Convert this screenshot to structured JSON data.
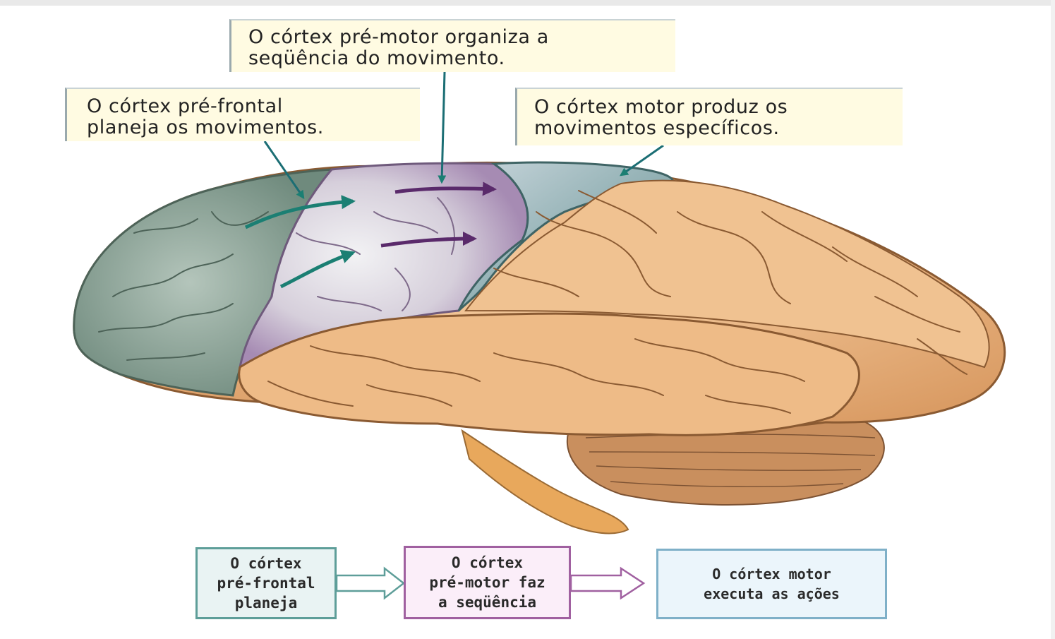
{
  "callouts": {
    "premotor": {
      "line1": "O córtex pré-motor organiza a",
      "line2": "seqüência do movimento."
    },
    "prefrontal": {
      "line1": "O córtex pré-frontal",
      "line2": "planeja os movimentos."
    },
    "motor": {
      "line1": "O córtex motor produz os",
      "line2": "movimentos específicos."
    }
  },
  "flow": {
    "step1": {
      "line1": "O córtex",
      "line2": "pré-frontal",
      "line3": "planeja"
    },
    "step2": {
      "line1": "O córtex",
      "line2": "pré-motor faz",
      "line3": "a seqüência"
    },
    "step3": {
      "line1": "O córtex motor",
      "line2": "executa as ações"
    }
  },
  "colors": {
    "prefrontal_region": "#7f9a8c",
    "premotor_region": "#b9a3c4",
    "motor_region": "#5d8e8f",
    "brain_tissue": "#eab47f",
    "teal_arrow": "#1b7f73",
    "purple_arrow": "#5a2a6b",
    "callout_bg": "#fffbe2"
  }
}
